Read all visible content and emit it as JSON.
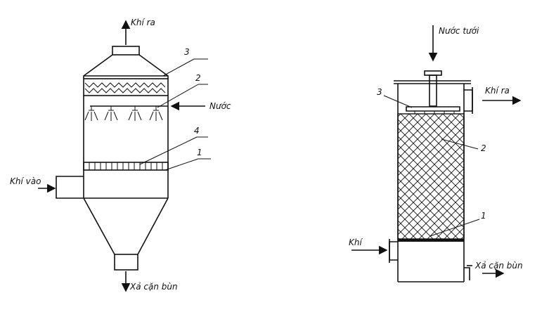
{
  "left_scrubber": {
    "label_gas_out": "Khí ra",
    "label_water": "Nước",
    "label_gas_in": "Khí vào",
    "label_sludge": "Xả cặn bùn",
    "part_3": "3",
    "part_2": "2",
    "part_4": "4",
    "part_1": "1"
  },
  "right_scrubber": {
    "label_water_spray": "Nước tưới",
    "label_gas_out": "Khí ra",
    "label_gas_in": "Khí",
    "label_sludge": "Xả cặn bùn",
    "part_3": "3",
    "part_2": "2",
    "part_1": "1"
  }
}
